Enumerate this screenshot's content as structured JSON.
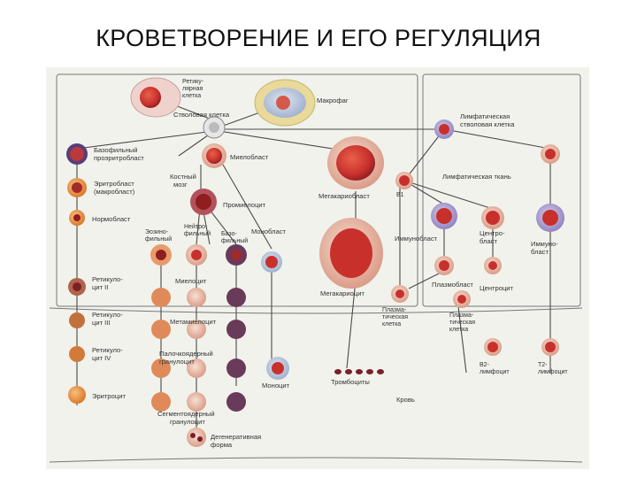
{
  "title": "КРОВЕТВОРЕНИЕ И ЕГО РЕГУЛЯЦИЯ",
  "colors": {
    "panel": "#f1f2ec",
    "line": "#4a4a4a",
    "cell_red": "#c8302c",
    "cell_dark": "#7a1f2a",
    "cell_pale": "#e9b7a6",
    "lymph_violet": "#9c8fc6",
    "eryth_orange": "#e8903a"
  },
  "labels": {
    "reticular": [
      "Ретику-",
      "лярная",
      "клетка"
    ],
    "macrophage": "Макрофаг",
    "stem": "Стволовая клетка",
    "lymph_stem": [
      "Лимфатическая",
      "стволовая клетка"
    ],
    "basophil_pro": [
      "Базофильный",
      "проэритробласт"
    ],
    "myeloblast": "Миелобласт",
    "erythroblast": [
      "Эритробласт",
      "(макробласт)"
    ],
    "bone_marrow": [
      "Костный",
      "мозг"
    ],
    "promyelocyte": "Промиелоцит",
    "megakaryoblast": "Мегакариобласт",
    "lymph_tissue": "Лимфатическая ткань",
    "b1": "B1",
    "normoblast": "Нормобласт",
    "eosinophil": [
      "Эозино-",
      "фильный"
    ],
    "neutrophil": [
      "Нейтро-",
      "фильный"
    ],
    "basophil": [
      "Базо-",
      "фильный"
    ],
    "monoblast": "Монобласт",
    "immunoblast": "Иммунобласт",
    "centroblast": [
      "Центро-",
      "бласт"
    ],
    "immunoblast2": [
      "Иммуно-",
      "бласт"
    ],
    "retic2": [
      "Ретикуло-",
      "цит II"
    ],
    "myelocyte": "Миелоцит",
    "megakaryocyte": "Мегакариоцит",
    "plasmoblast": "Плазмобласт",
    "centrocyte": "Центроцит",
    "retic3": [
      "Ретикуло-",
      "цит III"
    ],
    "metamyelocyte": "Метамиелоцит",
    "plasma_cell": [
      "Плазма-",
      "тическая",
      "клетка"
    ],
    "plasma_cell2": [
      "Плазма-",
      "тическая",
      "клетка"
    ],
    "retic4": [
      "Ретикуло-",
      "цит IV"
    ],
    "band": [
      "Палочкоядерный",
      "гранулоцит"
    ],
    "b2": [
      "B2-",
      "лимфоцит"
    ],
    "t2": [
      "T2-",
      "лимфоцит"
    ],
    "erythrocyte": "Эритроцит",
    "monocyte": "Моноцит",
    "platelets": "Тромбоциты",
    "blood": "Кровь",
    "segmented": [
      "Сегментоядерный",
      "гранулоцит"
    ],
    "degenerative": [
      "Дегенеративная",
      "форма"
    ]
  }
}
